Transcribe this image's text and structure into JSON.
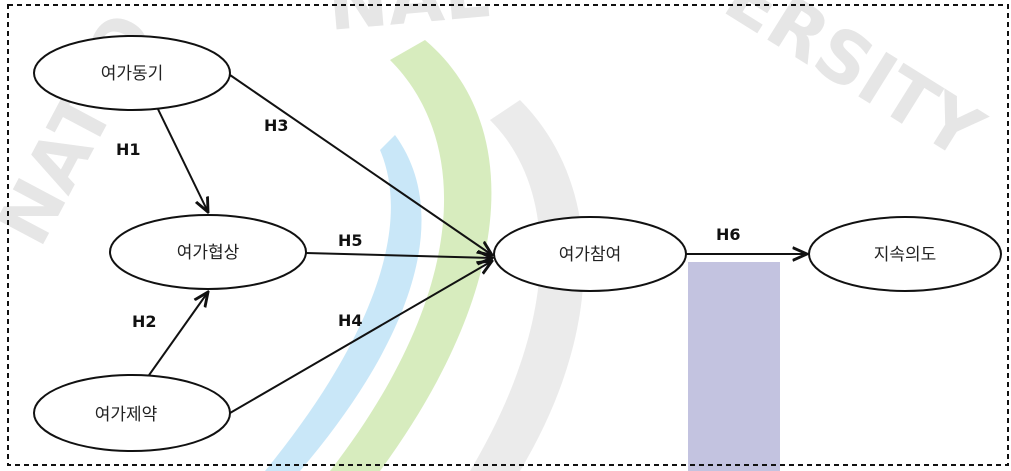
{
  "colors": {
    "background": "#ffffff",
    "watermark_gray": "#e6e6e6",
    "watermark_blue": "#bfe3f7",
    "watermark_green": "#c9e6a8",
    "watermark_purple": "#c3c3e0",
    "line": "#111111"
  },
  "watermark": {
    "text": "NATIONAL UNIVERSITY"
  },
  "nodes": {
    "leisure_motivation": "여가동기",
    "leisure_negotiation": "여가협상",
    "leisure_constraint": "여가제약",
    "leisure_participation": "여가참여",
    "continuance_intention": "지속의도"
  },
  "hypotheses": {
    "h1": "H1",
    "h2": "H2",
    "h3": "H3",
    "h4": "H4",
    "h5": "H5",
    "h6": "H6"
  }
}
